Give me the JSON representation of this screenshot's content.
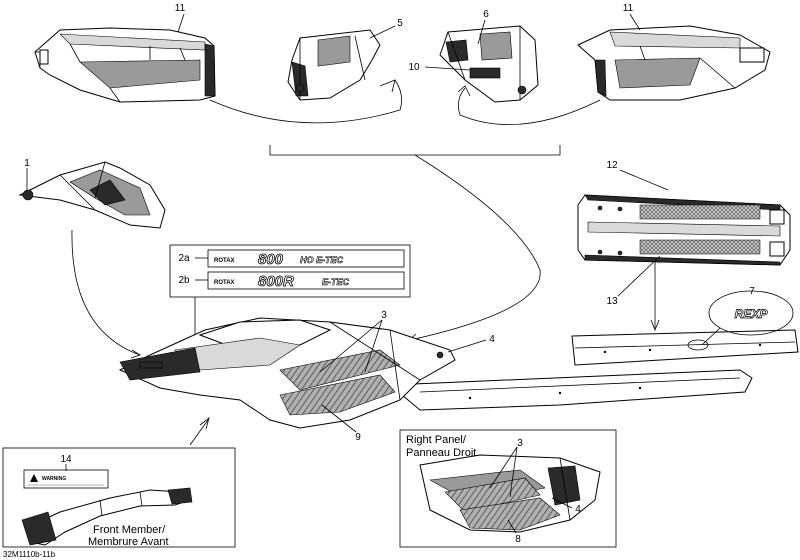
{
  "callouts": {
    "c1": "1",
    "c2a": "2a",
    "c2b": "2b",
    "c3a": "3",
    "c3b": "3",
    "c4a": "4",
    "c4b": "4",
    "c5": "5",
    "c6": "6",
    "c7": "7",
    "c8": "8",
    "c9": "9",
    "c10": "10",
    "c11a": "11",
    "c11b": "11",
    "c12": "12",
    "c13": "13",
    "c14": "14"
  },
  "decals": {
    "rotax": "ROTAX",
    "d2a_model": "800",
    "d2a_suffix": "HO E-TEC",
    "d2b_model": "800R",
    "d2b_suffix": "E-TEC",
    "d7_text": "REXP",
    "warning": "WARNING"
  },
  "panel_right": {
    "line1": "Right Panel/",
    "line2": "Panneau Droit"
  },
  "panel_front": {
    "line1": "Front Member/",
    "line2": "Membrure Avant"
  },
  "reference_code": "32M1110b-11b",
  "colors": {
    "ink": "#000000",
    "shade": "#9a9a9a",
    "dark": "#2a2a2a"
  }
}
